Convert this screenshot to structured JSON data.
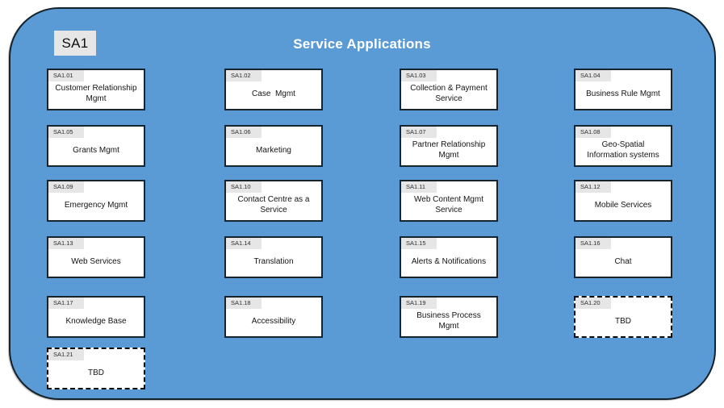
{
  "diagram": {
    "badge": "SA1",
    "title": "Service Applications"
  },
  "colors": {
    "container_fill": "#5B9BD5",
    "container_border": "#14222C",
    "box_fill": "#FFFFFF",
    "box_border": "#15242E",
    "tag_fill": "#E7E6E6",
    "title_text": "#FFFFFF"
  },
  "boxes": [
    {
      "id": "SA1.01",
      "label": "Customer Relationship\nMgmt",
      "style": "solid"
    },
    {
      "id": "SA1.02",
      "label": "Case  Mgmt",
      "style": "solid"
    },
    {
      "id": "SA1.03",
      "label": "Collection & Payment\nService",
      "style": "solid"
    },
    {
      "id": "SA1.04",
      "label": "Business Rule Mgmt",
      "style": "solid"
    },
    {
      "id": "SA1.05",
      "label": "Grants Mgmt",
      "style": "solid"
    },
    {
      "id": "SA1.06",
      "label": "Marketing",
      "style": "solid"
    },
    {
      "id": "SA1.07",
      "label": "Partner Relationship\nMgmt",
      "style": "solid"
    },
    {
      "id": "SA1.08",
      "label": "Geo-Spatial\nInformation systems",
      "style": "solid"
    },
    {
      "id": "SA1.09",
      "label": "Emergency Mgmt",
      "style": "solid"
    },
    {
      "id": "SA1.10",
      "label": "Contact Centre as a\nService",
      "style": "solid"
    },
    {
      "id": "SA1.11",
      "label": "Web Content Mgmt\nService",
      "style": "solid"
    },
    {
      "id": "SA1.12",
      "label": "Mobile Services",
      "style": "solid"
    },
    {
      "id": "SA1.13",
      "label": "Web Services",
      "style": "solid"
    },
    {
      "id": "SA1.14",
      "label": "Translation",
      "style": "solid"
    },
    {
      "id": "SA1.15",
      "label": "Alerts & Notifications",
      "style": "solid"
    },
    {
      "id": "SA1.16",
      "label": "Chat",
      "style": "solid"
    },
    {
      "id": "SA1.17",
      "label": "Knowledge Base",
      "style": "solid"
    },
    {
      "id": "SA1.18",
      "label": "Accessibility",
      "style": "solid"
    },
    {
      "id": "SA1.19",
      "label": "Business Process\nMgmt",
      "style": "solid"
    },
    {
      "id": "SA1.20",
      "label": "TBD",
      "style": "dashed"
    },
    {
      "id": "SA1.21",
      "label": "TBD",
      "style": "dashed"
    }
  ]
}
